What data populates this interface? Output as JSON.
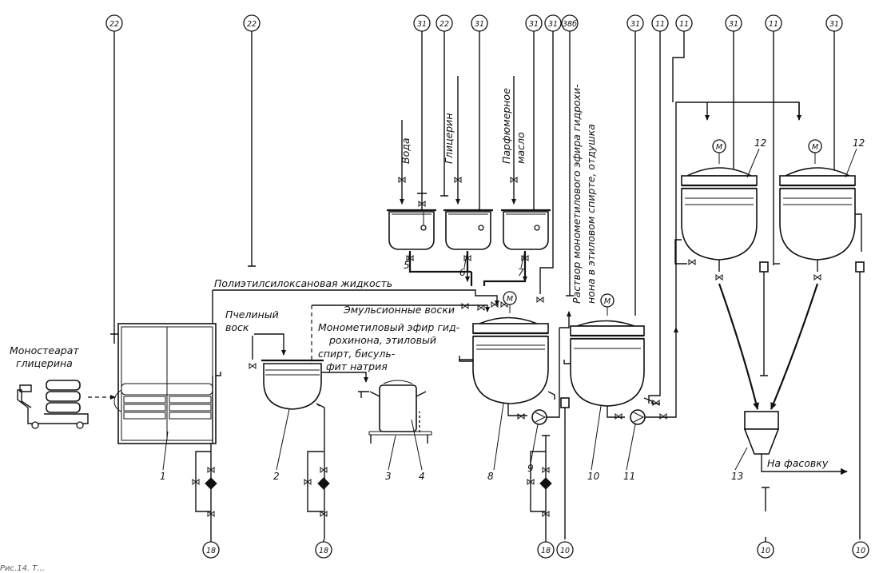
{
  "line_codes": {
    "c22": "22",
    "c31": "31",
    "c38b": "38б",
    "c11": "11",
    "c18": "18",
    "c10": "10"
  },
  "labels": {
    "monostearat": [
      "Моностеарат",
      "глицерина"
    ],
    "voda": "Вода",
    "glicerin": "Глицерин",
    "parfum": [
      "Парфюмерное",
      "масло"
    ],
    "rastvor": [
      "Раствор монометилового эфира гидрохи-",
      "нона в этиловом спирте, отдушка"
    ],
    "polietil": "Полиэтилсилоксановая жидкость",
    "emulsion": "Эмульсионные воски",
    "pchel": [
      "Пчелиный",
      "воск"
    ],
    "monometil": [
      "Монометиловый эфир гид-",
      "рохинона, этиловый",
      "спирт, бисуль-",
      "фит натрия"
    ],
    "na_fasovku": "На фасовку",
    "motor": "M",
    "caption": "Рис.14. Т..."
  },
  "equipment": [
    "1",
    "2",
    "3",
    "4",
    "5",
    "6",
    "7",
    "8",
    "9",
    "10",
    "11",
    "12",
    "13"
  ]
}
